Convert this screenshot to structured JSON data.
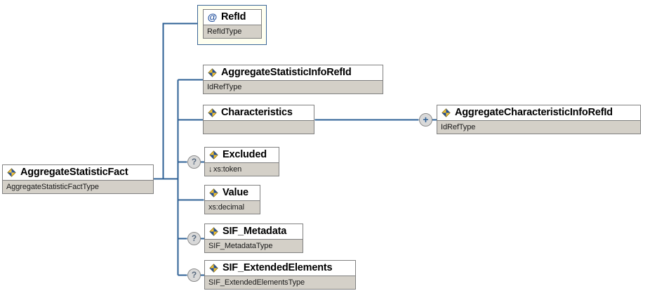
{
  "diagram": {
    "type": "xml-schema-tree",
    "title": "AggregateStatisticFact element content model",
    "colors": {
      "connector": "#2e6095",
      "box_border": "#808080",
      "type_row_bg": "#d4d0c8",
      "attribute_frame_bg": "#fffff0",
      "attribute_frame_border": "#3b6798",
      "marker_bg": "#d9d9d9",
      "icon_blue": "#1f4e9c",
      "icon_yellow": "#f2c12e"
    }
  },
  "root": {
    "name": "AggregateStatisticFact",
    "type": "AggregateStatisticFactType",
    "icon": "element-icon"
  },
  "attributes": [
    {
      "name": "RefId",
      "type": "RefIdType",
      "icon": "attribute-icon",
      "marker": null
    }
  ],
  "children": [
    {
      "name": "AggregateStatisticInfoRefId",
      "type": "IdRefType",
      "icon": "element-icon",
      "marker": null,
      "type_prefix": ""
    },
    {
      "name": "Characteristics",
      "type": "",
      "icon": "element-icon",
      "marker": null,
      "type_prefix": ""
    },
    {
      "name": "Excluded",
      "type": "xs:token",
      "icon": "element-icon",
      "marker": "?",
      "type_prefix": "↓"
    },
    {
      "name": "Value",
      "type": "xs:decimal",
      "icon": "element-icon",
      "marker": null,
      "type_prefix": ""
    },
    {
      "name": "SIF_Metadata",
      "type": "SIF_MetadataType",
      "icon": "element-icon",
      "marker": "?",
      "type_prefix": ""
    },
    {
      "name": "SIF_ExtendedElements",
      "type": "SIF_ExtendedElementsType",
      "icon": "element-icon",
      "marker": "?",
      "type_prefix": ""
    }
  ],
  "grandchildren": [
    {
      "parent": "Characteristics",
      "name": "AggregateCharacteristicInfoRefId",
      "type": "IdRefType",
      "icon": "element-icon",
      "marker": "+"
    }
  ]
}
